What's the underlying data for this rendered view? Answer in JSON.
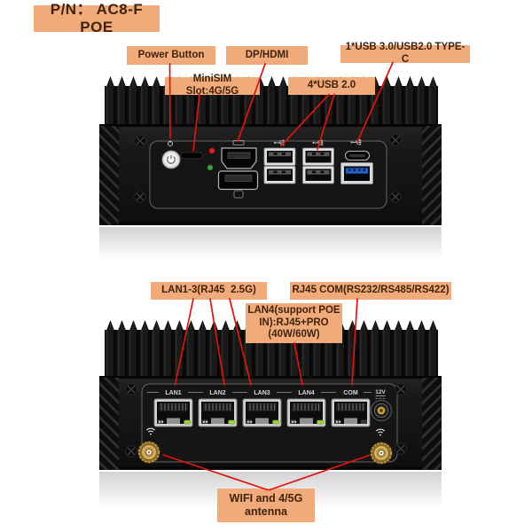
{
  "part_number_label": "P/N： AC8-F POE",
  "front_view": {
    "callouts": {
      "power_button": "Power Button",
      "dp_hdmi": "DP/HDMI",
      "usb_typec": "1*USB 3.0/USB2.0 TYPE-C",
      "minisim": "MiniSIM Slot:4G/5G",
      "usb_20": "4*USB 2.0"
    }
  },
  "rear_view": {
    "callouts": {
      "lan_13": "LAN1-3(RJ45  2.5G)",
      "rj45_com": "RJ45 COM(RS232/RS485/RS422)",
      "lan4_poe": "LAN4(support POE IN):RJ45+PRO (40W/60W)",
      "wifi_antenna": "WIFI and 4/5G antenna"
    },
    "port_labels": [
      "LAN1",
      "LAN2",
      "LAN3",
      "LAN4",
      "COM"
    ],
    "dc_label": "12V"
  },
  "colors": {
    "callout_bg": "#f1ab7a",
    "callout_text": "#40230d",
    "annotation_red": "#e2120c",
    "device_body": "#161616",
    "usb3_blue": "#2563c9",
    "led_red": "#e02318",
    "led_green": "#35a838",
    "rj45_led_green": "#9ed33c",
    "antenna_gold": "#c49a44"
  }
}
